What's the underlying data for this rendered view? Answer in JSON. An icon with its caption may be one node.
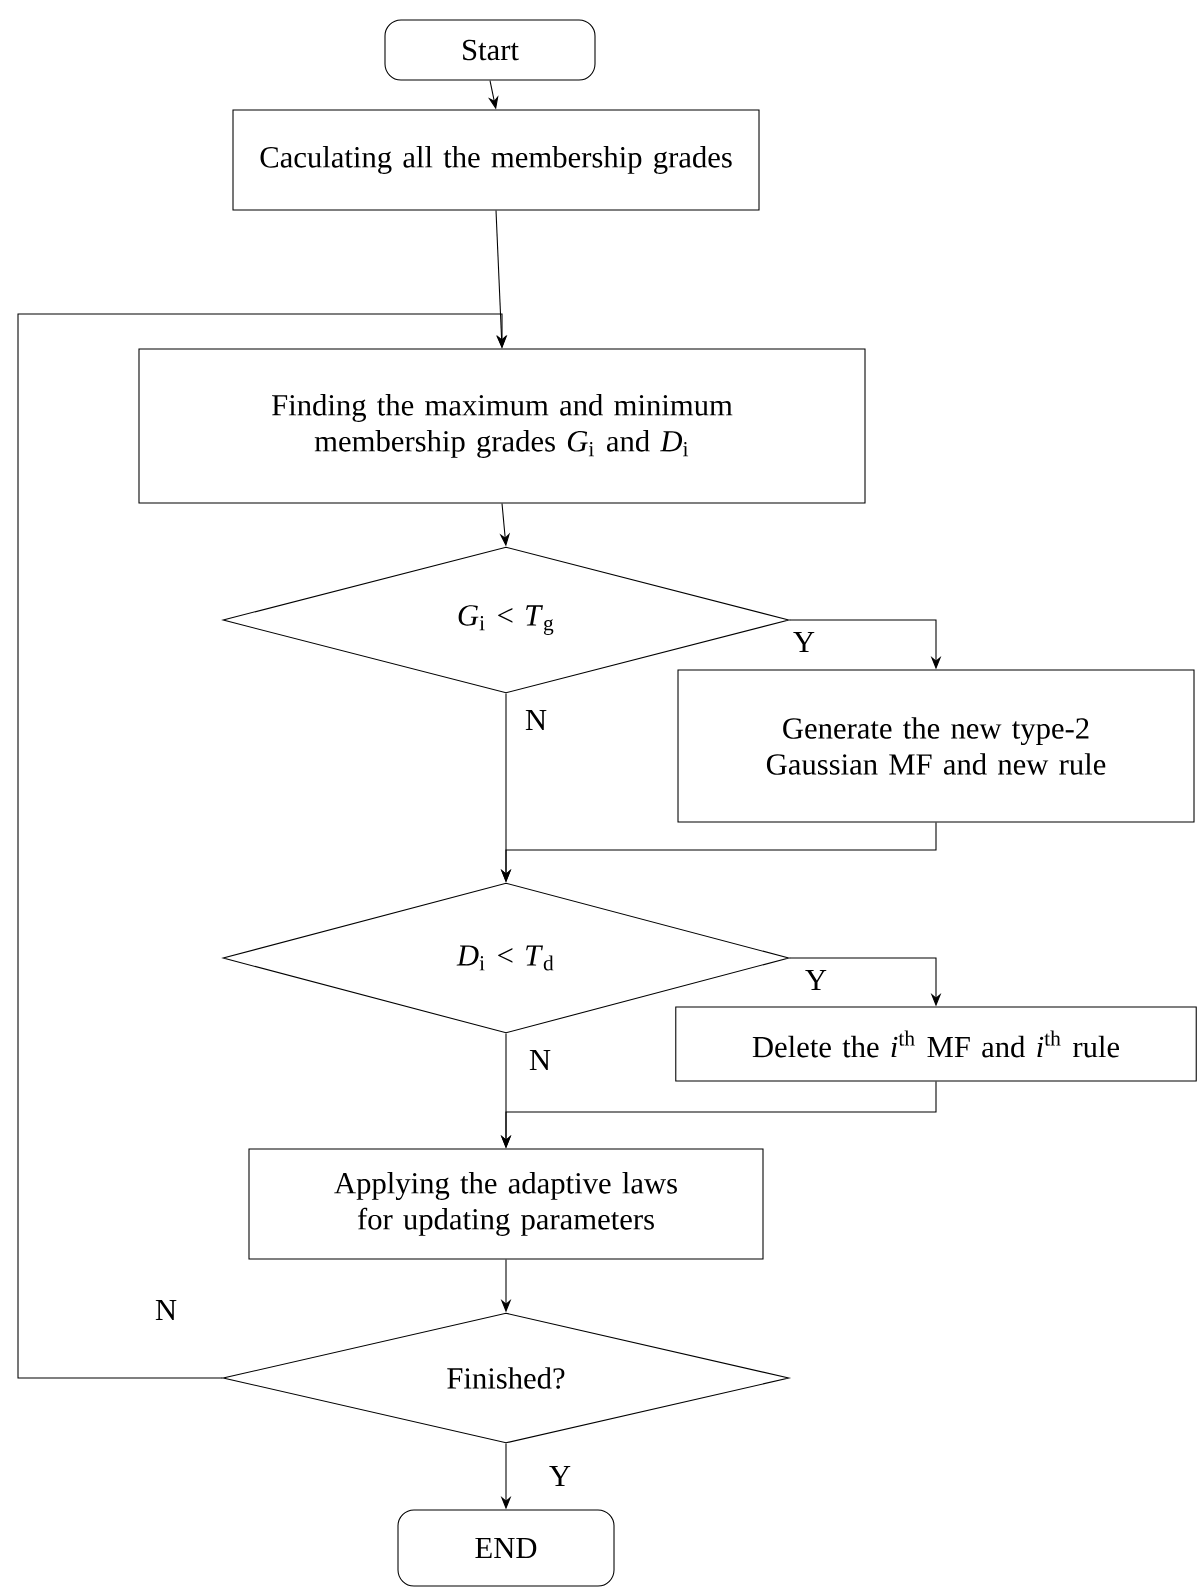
{
  "diagram": {
    "nodes": [
      {
        "text": [
          "Start"
        ]
      },
      {
        "text": [
          "Caculating all the membership grades"
        ]
      },
      {
        "text": [
          "Finding the maximum and minimum membership grades *G*$_{i}$ and *D*$_{i}$"
        ]
      },
      {
        "text": [
          "*G*$_{i}$ < *T*$_{g}$"
        ]
      },
      {
        "text": [
          "Generate the new type-2 Gaussian MF and new rule"
        ]
      },
      {
        "text": [
          "*D*$_{i}$ < *T*$_{d}$"
        ]
      },
      {
        "text": [
          "Delete the *i*$^{th}$ MF and *i*$^{th}$ rule"
        ]
      },
      {
        "text": [
          "Applying the adaptive laws for updating parameters"
        ]
      },
      {
        "text": [
          "Finished?"
        ]
      },
      {
        "text": [
          "END"
        ]
      }
    ],
    "edges": [
      {
        "from": 0,
        "to": 1,
        "arrow": "to"
      },
      {
        "from": 1,
        "to": 2,
        "arrow": "to"
      },
      {
        "from": 2,
        "to": 3,
        "arrow": "to"
      },
      {
        "from": 3,
        "to": 4,
        "arrow": "to",
        "label": "Y"
      },
      {
        "from": 3,
        "to": 5,
        "arrow": "to",
        "label": "N"
      },
      {
        "from": 4,
        "to": 5,
        "arrow": "to"
      },
      {
        "from": 5,
        "to": 6,
        "arrow": "to",
        "label": "Y"
      },
      {
        "from": 5,
        "to": 7,
        "arrow": "to",
        "label": "N"
      },
      {
        "from": 6,
        "to": 7,
        "arrow": "to"
      },
      {
        "from": 7,
        "to": 8,
        "arrow": "to"
      },
      {
        "from": 8,
        "to": 9,
        "arrow": "to",
        "label": "Y"
      },
      {
        "from": 8,
        "to": 2,
        "arrow": "to",
        "label": "N"
      }
    ]
  }
}
